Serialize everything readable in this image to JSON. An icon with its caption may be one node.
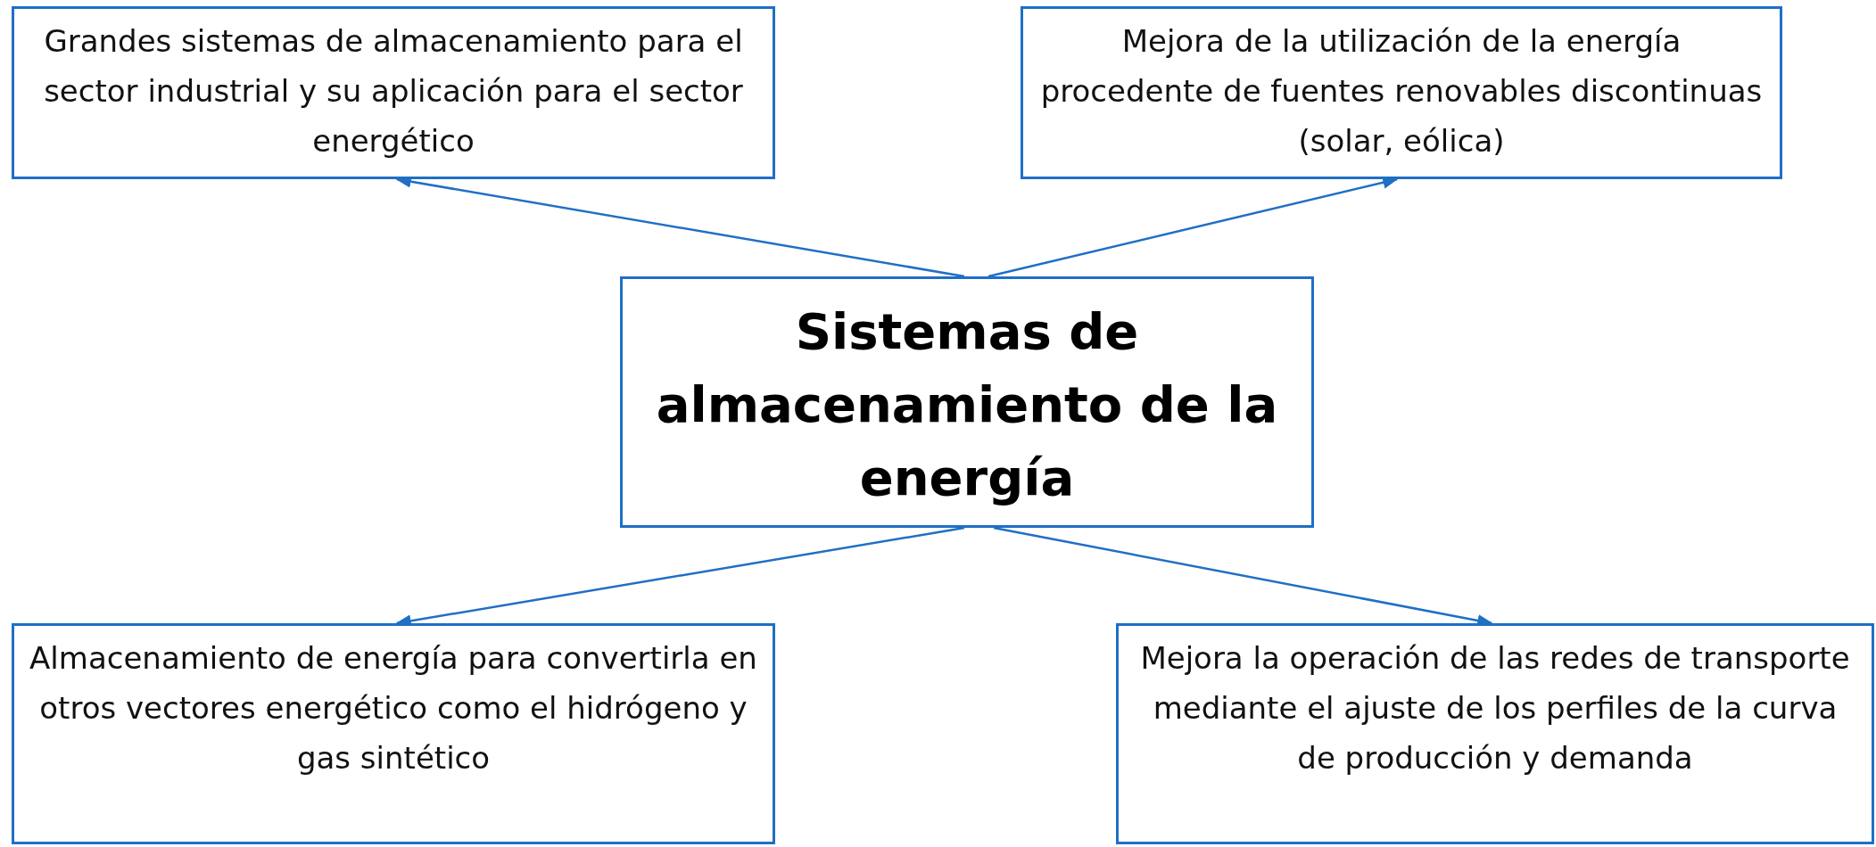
{
  "diagram": {
    "nodes": [
      {
        "text": [
          "Sistemas de almacenamiento de la energía"
        ]
      },
      {
        "text": [
          "Grandes sistemas de almacenamiento para el sector industrial y su aplicación para el sector energético"
        ]
      },
      {
        "text": [
          "Mejora de la utilización de la energía procedente de fuentes renovables discontinuas (solar, eólica)"
        ]
      },
      {
        "text": [
          "Almacenamiento de energía para convertirla en otros vectores energético como el hidrógeno y gas sintético"
        ]
      },
      {
        "text": [
          "Mejora la operación de las redes de transporte mediante el ajuste de los perfiles de la curva de producción y demanda"
        ]
      }
    ],
    "edges": [
      {
        "from": 0,
        "to": 1,
        "arrow": "to"
      },
      {
        "from": 0,
        "to": 2,
        "arrow": "to"
      },
      {
        "from": 0,
        "to": 3,
        "arrow": "to"
      },
      {
        "from": 0,
        "to": 4,
        "arrow": "to"
      }
    ]
  }
}
